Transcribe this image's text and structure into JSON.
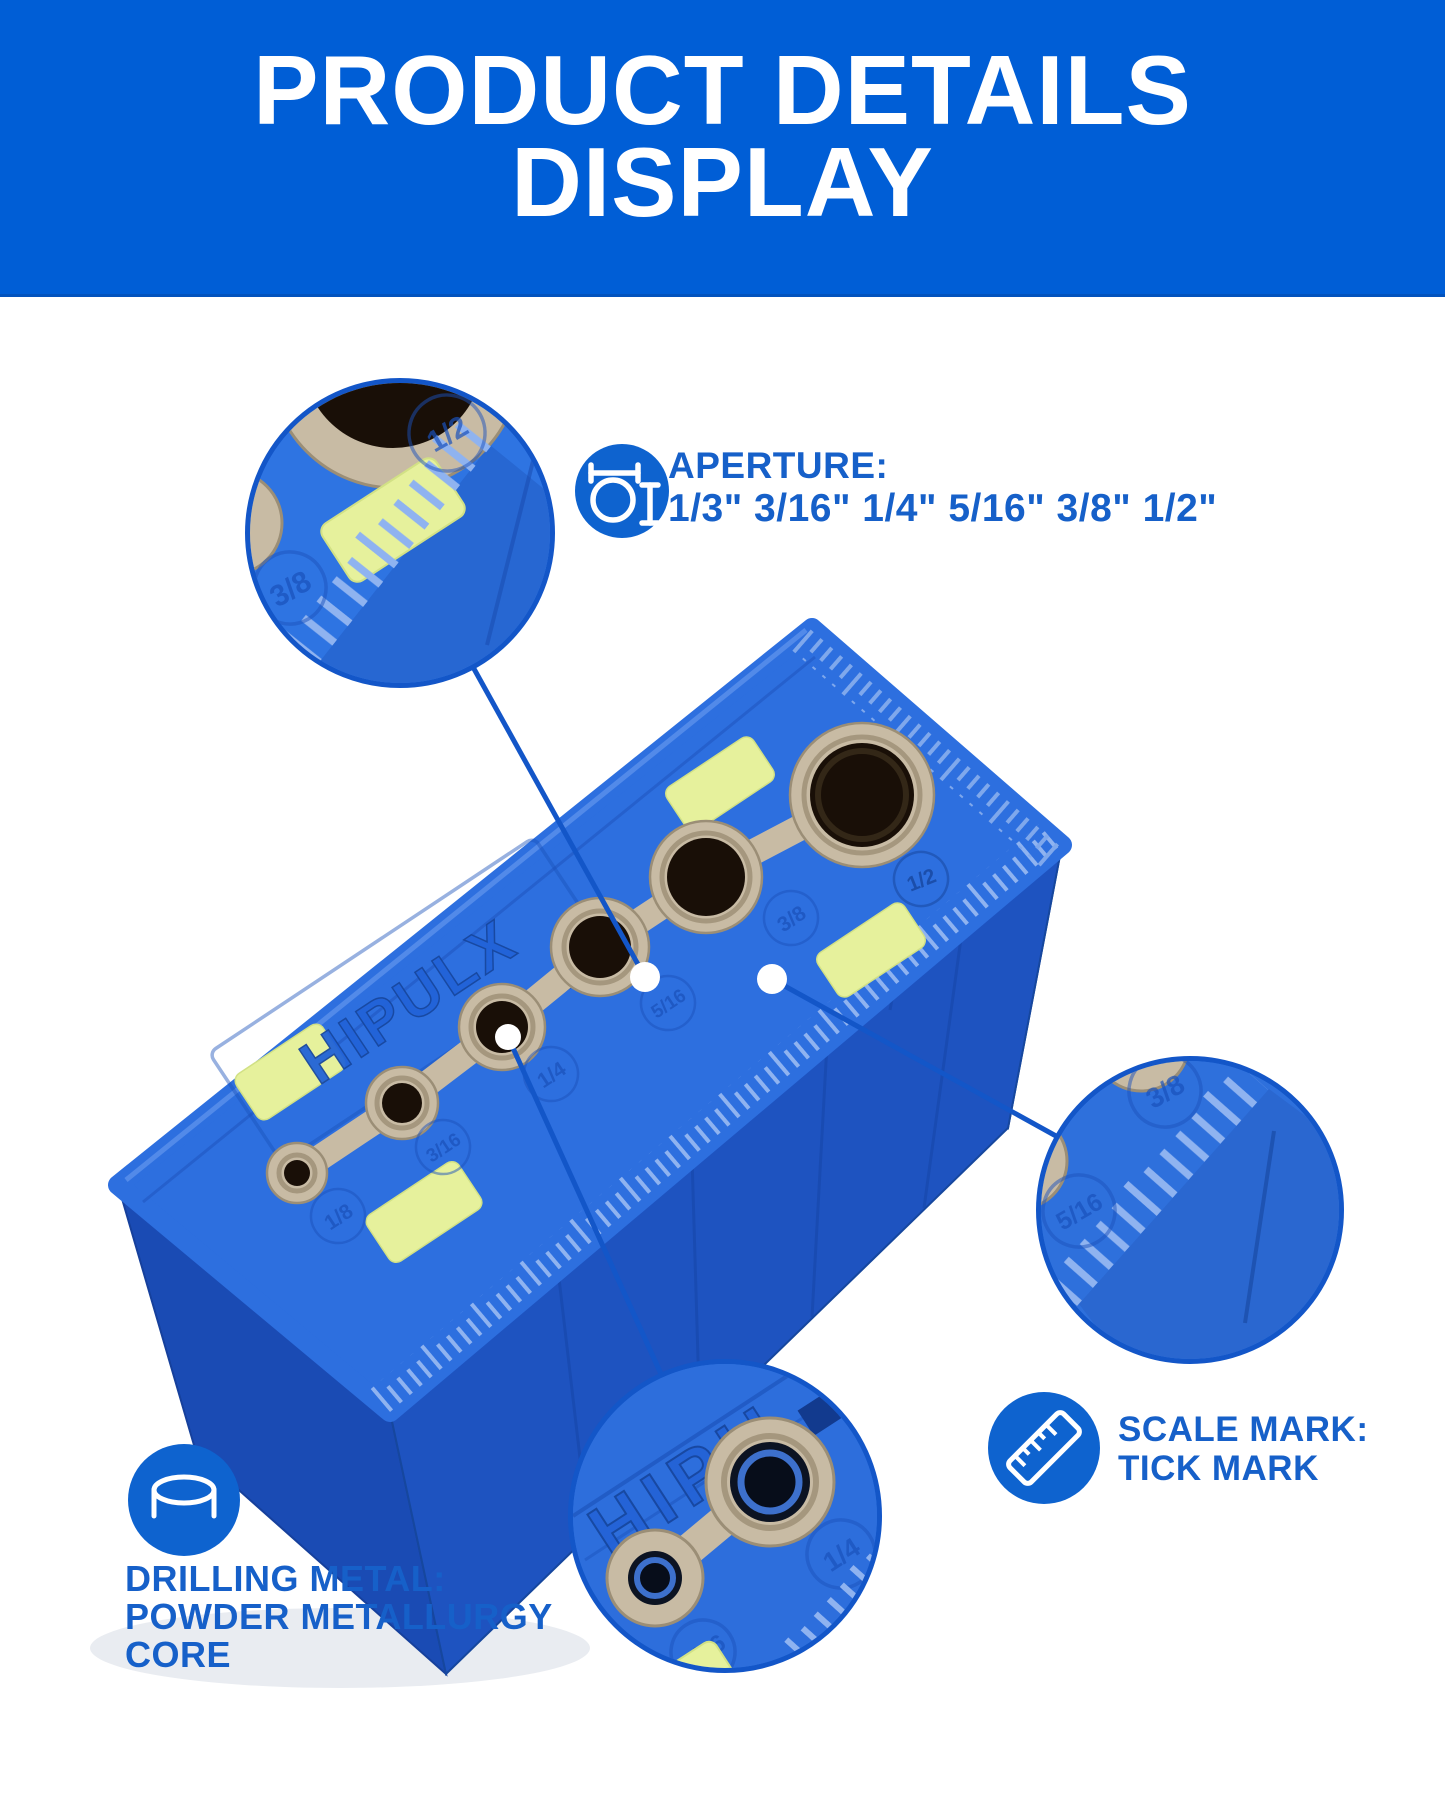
{
  "header": {
    "line1": "PRODUCT DETAILS",
    "line2": "DISPLAY"
  },
  "features": {
    "aperture": {
      "icon": "diameter-gauge-icon",
      "title": "APERTURE:",
      "values": "1/3\" 3/16\" 1/4\" 5/16\" 3/8\" 1/2\""
    },
    "scale": {
      "icon": "ruler-icon",
      "title": "SCALE MARK:",
      "subtitle": "TICK MARK"
    },
    "drilling": {
      "icon": "metal-core-icon",
      "line1": "DRILLING METAL:",
      "line2": "POWDER METALLURGY",
      "line3": "CORE"
    }
  },
  "product": {
    "brand": "HIPULX",
    "brand_partial": "HIPU",
    "size_labels": [
      "1/8",
      "3/16",
      "1/4",
      "5/16",
      "3/8",
      "1/2"
    ]
  },
  "colors": {
    "banner_blue": "#005ed6",
    "accent_text_blue": "#1660c9",
    "callout_blue": "#1356c8",
    "product_top_blue": "#2d6fdf",
    "product_front_blue": "#1e53c0",
    "sticker_yellow": "#e6f19c",
    "metal": "#c8bba4",
    "hole_dark": "#190f07"
  }
}
